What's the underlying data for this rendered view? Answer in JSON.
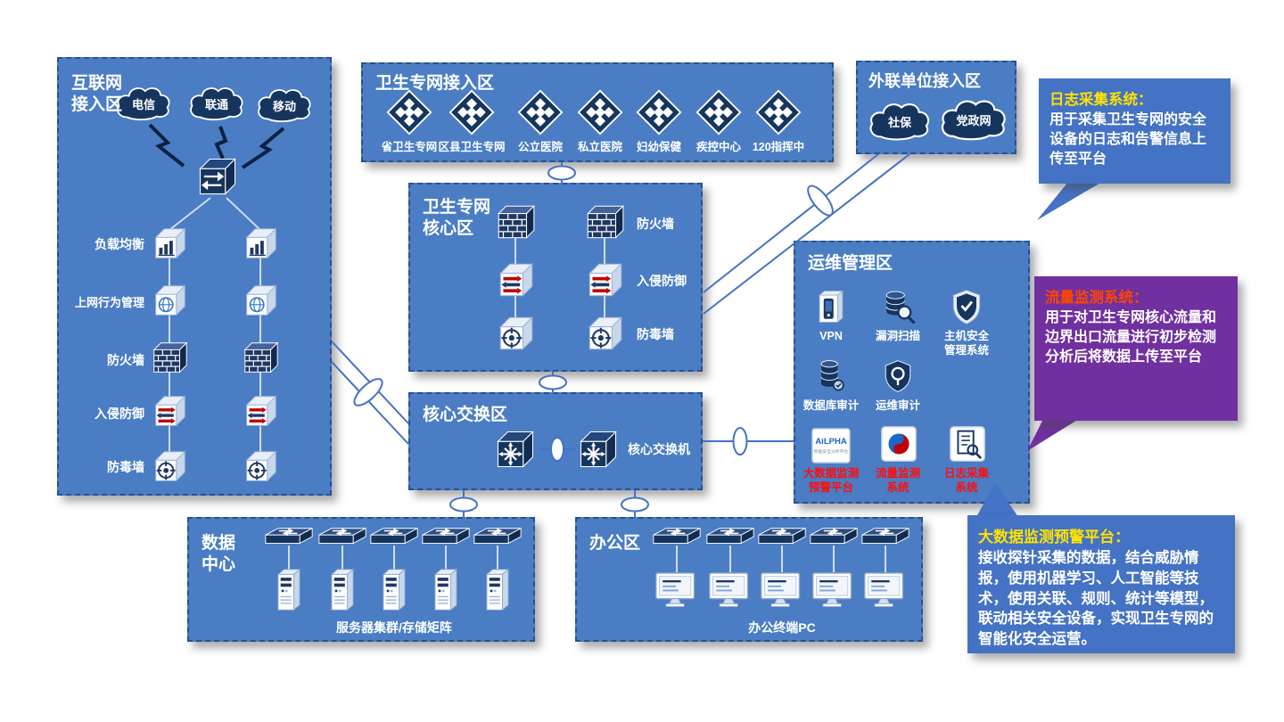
{
  "zones": {
    "internet": {
      "title": "互联网\n接入区",
      "clouds": [
        {
          "label": "电信"
        },
        {
          "label": "联通"
        },
        {
          "label": "移动"
        }
      ],
      "devices": [
        {
          "label": "负载均衡"
        },
        {
          "label": "上网行为管理"
        },
        {
          "label": "防火墙"
        },
        {
          "label": "入侵防御"
        },
        {
          "label": "防毒墙"
        }
      ]
    },
    "health_access": {
      "title": "卫生专网接入区",
      "nodes": [
        {
          "label": "省卫生专网"
        },
        {
          "label": "区县卫生专网"
        },
        {
          "label": "公立医院"
        },
        {
          "label": "私立医院"
        },
        {
          "label": "妇幼保健"
        },
        {
          "label": "疾控中心"
        },
        {
          "label": "120指挥中"
        }
      ]
    },
    "external": {
      "title": "外联单位接入区",
      "clouds": [
        {
          "label": "社保"
        },
        {
          "label": "党政网"
        }
      ]
    },
    "health_core": {
      "title": "卫生专网\n核心区",
      "devices": [
        {
          "label": "防火墙"
        },
        {
          "label": "入侵防御"
        },
        {
          "label": "防毒墙"
        }
      ]
    },
    "core_switch": {
      "title": "核心交换区",
      "switch_label": "核心交换机"
    },
    "ops": {
      "title": "运维管理区",
      "row1": [
        {
          "label": "VPN"
        },
        {
          "label": "漏洞扫描"
        },
        {
          "label": "主机安全\n管理系统"
        }
      ],
      "row2": [
        {
          "label": "数据库审计"
        },
        {
          "label": "运维审计"
        }
      ],
      "row3": [
        {
          "label": "大数据监测\n预警平台"
        },
        {
          "label": "流量监测\n系统"
        },
        {
          "label": "日志采集\n系统"
        }
      ],
      "ailpha": {
        "brand": "AiLPHA",
        "sub": "智能安全分析平台"
      }
    },
    "datacenter": {
      "title": "数据\n中心",
      "caption": "服务器集群/存储矩阵"
    },
    "office": {
      "title": "办公区",
      "caption": "办公终端PC"
    }
  },
  "callouts": {
    "log": {
      "title": "日志采集系统：",
      "body": "用于采集卫生专网的安全设备的日志和告警信息上传至平台"
    },
    "traffic": {
      "title": "流量监测系统：",
      "body": "用于对卫生专网核心流量和边界出口流量进行初步检测分析后将数据上传至平台"
    },
    "bigdata": {
      "title": "大数据监测预警平台：",
      "body": "接收探针采集的数据，结合威胁情报，使用机器学习、人工智能等技术，使用关联、规则、统计等模型，联动相关安全设备，实现卫生专网的智能化安全运营。"
    }
  },
  "colors": {
    "zone_fill": "#4a7dc4",
    "navy": "#16355e",
    "callout_blue": "#4472c4",
    "callout_purple": "#7030a0",
    "title_yellow": "#ffe200",
    "title_orange": "#ff4500",
    "alert_red": "#ff0d0d"
  }
}
